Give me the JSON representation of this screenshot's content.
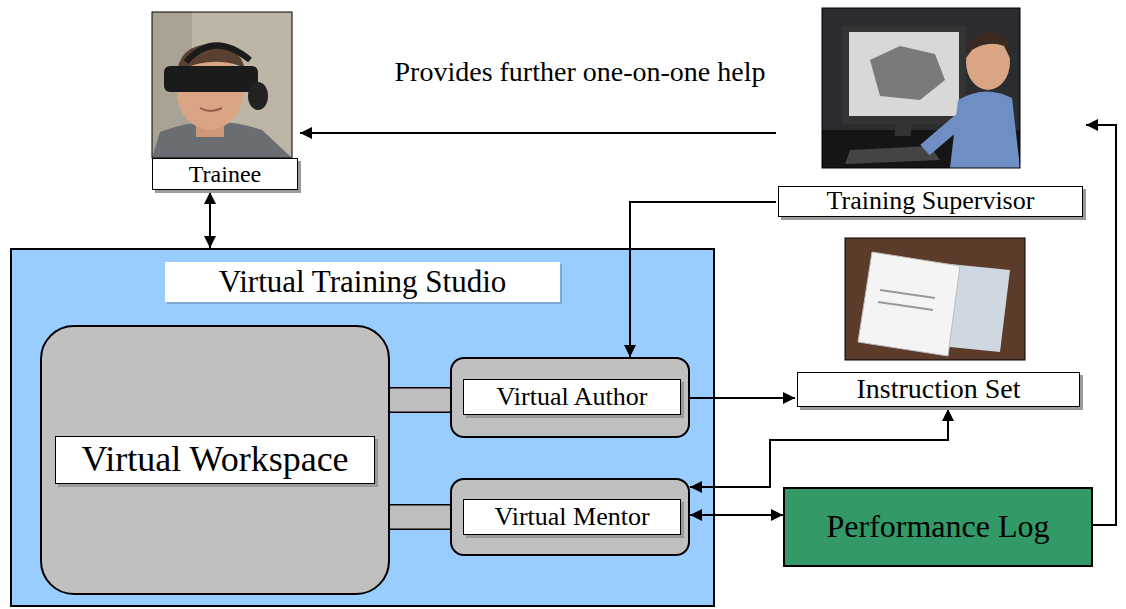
{
  "diagram": {
    "nodes": [
      {
        "text": [
          "Trainee"
        ]
      },
      {
        "text": [
          "Training Supervisor"
        ]
      },
      {
        "text": [
          "Virtual Training Studio"
        ]
      },
      {
        "text": [
          "Virtual Workspace"
        ],
        "in": 2
      },
      {
        "text": [
          "Virtual Author"
        ],
        "in": 2
      },
      {
        "text": [
          "Virtual Mentor"
        ],
        "in": 2
      },
      {
        "text": [
          "Instruction Set"
        ]
      },
      {
        "text": [
          "Performance Log"
        ]
      }
    ],
    "edges": [
      {
        "from": 1,
        "to": 0,
        "arrow": "to",
        "label": "Provides further one-on-one help"
      },
      {
        "from": 0,
        "to": 2,
        "arrow": "both"
      },
      {
        "from": 1,
        "to": 4,
        "arrow": "to"
      },
      {
        "from": 3,
        "to": 4,
        "arrow": "none"
      },
      {
        "from": 4,
        "to": 6,
        "arrow": "to"
      },
      {
        "from": 3,
        "to": 5,
        "arrow": "none"
      },
      {
        "from": 6,
        "to": 5,
        "arrow": "both"
      },
      {
        "from": 5,
        "to": 7,
        "arrow": "both"
      },
      {
        "from": 7,
        "to": 1,
        "arrow": "to"
      }
    ]
  }
}
